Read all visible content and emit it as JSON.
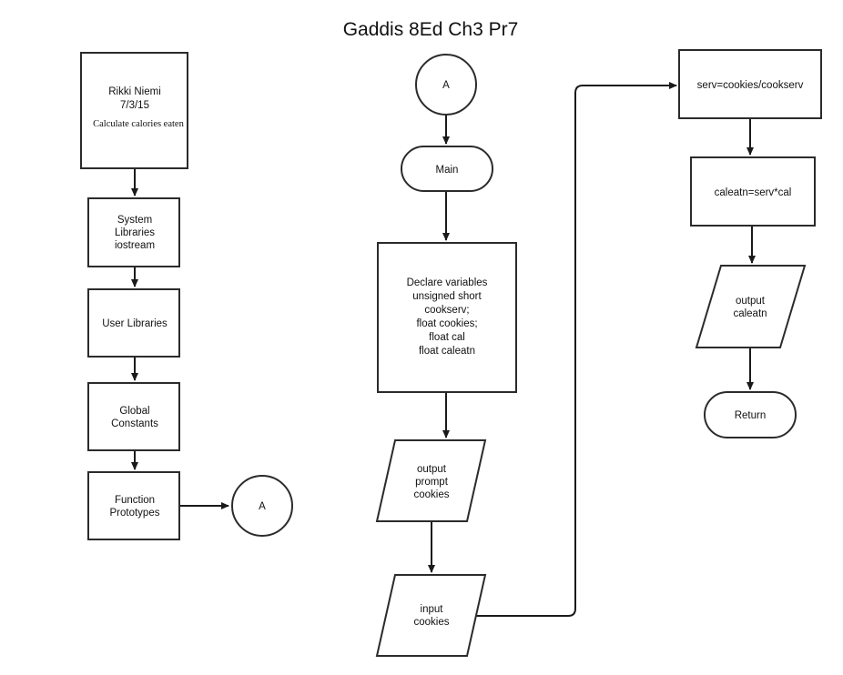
{
  "title": "Gaddis 8Ed Ch3 Pr7",
  "nodes": {
    "header": {
      "lines": [
        "Rikki Niemi",
        "7/3/15"
      ],
      "note": "Calculate calories eaten"
    },
    "system_libraries": {
      "lines": [
        "System",
        "Libraries",
        "iostream"
      ]
    },
    "user_libraries": {
      "lines": [
        "User Libraries"
      ]
    },
    "global_constants": {
      "lines": [
        "Global",
        "Constants"
      ]
    },
    "function_prototypes": {
      "lines": [
        "Function",
        "Prototypes"
      ]
    },
    "connector_out": {
      "lines": [
        "A"
      ]
    },
    "connector_in": {
      "lines": [
        "A"
      ]
    },
    "main": {
      "lines": [
        "Main"
      ]
    },
    "declare_variables": {
      "lines": [
        "Declare variables",
        "unsigned short",
        "cookserv;",
        "float cookies;",
        "float cal",
        "float caleatn"
      ]
    },
    "output_prompt": {
      "lines": [
        "output",
        "prompt",
        "cookies"
      ]
    },
    "input_cookies": {
      "lines": [
        "input",
        "cookies"
      ]
    },
    "calc_serv": {
      "lines": [
        "serv=cookies/cookserv"
      ]
    },
    "calc_caleatn": {
      "lines": [
        "caleatn=serv*cal"
      ]
    },
    "output_caleatn": {
      "lines": [
        "output",
        "caleatn"
      ]
    },
    "return": {
      "lines": [
        "Return"
      ]
    }
  }
}
